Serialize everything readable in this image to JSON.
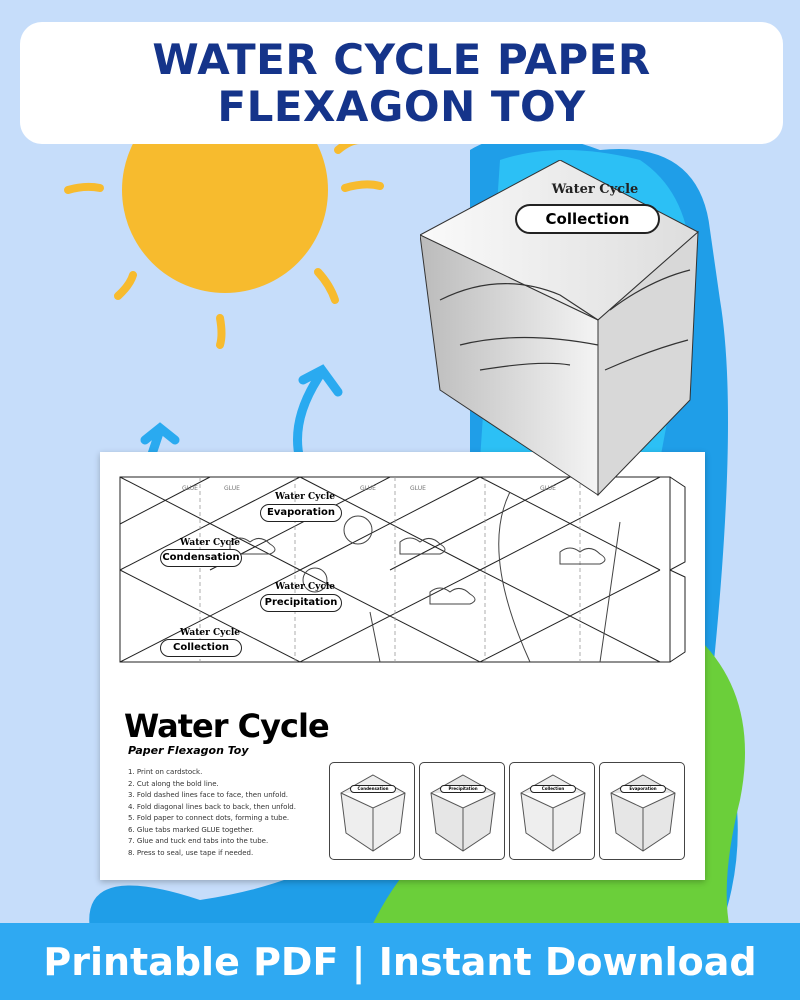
{
  "header": {
    "title": "WATER CYCLE PAPER FLEXAGON TOY"
  },
  "footer": {
    "text": "Printable PDF | Instant Download"
  },
  "cube": {
    "brand": "Water Cycle",
    "face_label": "Collection"
  },
  "sheet": {
    "glue_label": "GLUE",
    "brand": "Water Cycle",
    "faces": [
      "Evaporation",
      "Condensation",
      "Precipitation",
      "Collection"
    ],
    "title": "Water Cycle",
    "subtitle": "Paper Flexagon Toy",
    "steps": [
      "1. Print on cardstock.",
      "2. Cut along the bold line.",
      "3. Fold dashed lines face to face, then unfold.",
      "4. Fold diagonal lines back to back, then unfold.",
      "5. Fold paper to connect dots, forming a tube.",
      "6. Glue tabs marked GLUE together.",
      "7. Glue and tuck end tabs into the tube.",
      "8. Press to seal, use tape if needed."
    ],
    "thumbnails": [
      "Condensation",
      "Precipitation",
      "Collection",
      "Evaporation"
    ]
  },
  "colors": {
    "background": "#c6ddfa",
    "title": "#15348a",
    "footer": "#2fa9f2",
    "sun": "#f7bb2e",
    "water": "#1f9ee8",
    "grass": "#6bcf3a"
  }
}
